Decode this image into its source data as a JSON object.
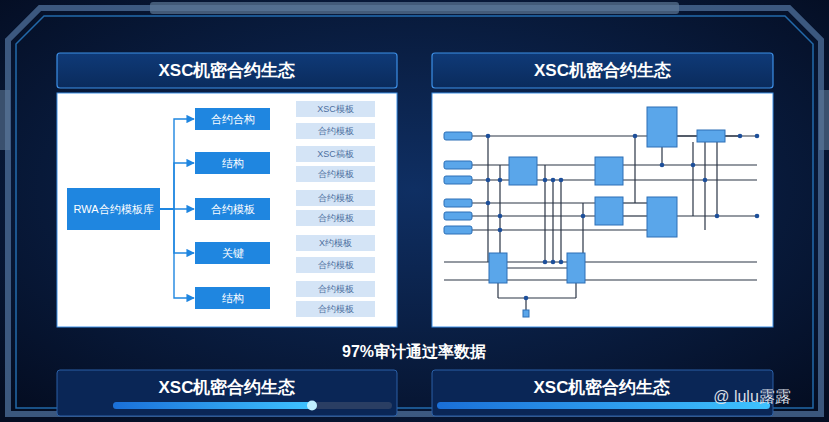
{
  "diagram": {
    "nodes": [
      {
        "text": [
          "XSC机密合约生态"
        ]
      },
      {
        "text": [
          "RWA合约模板库"
        ],
        "in": 0
      },
      {
        "text": [
          "合约合构"
        ],
        "in": 0
      },
      {
        "text": [
          "结构"
        ],
        "in": 0
      },
      {
        "text": [
          "合约模板"
        ],
        "in": 0
      },
      {
        "text": [
          "关键"
        ],
        "in": 0
      },
      {
        "text": [
          "结构"
        ],
        "in": 0
      },
      {
        "text": [
          "XSC模板"
        ],
        "in": 0
      },
      {
        "text": [
          "合约模板"
        ],
        "in": 0
      },
      {
        "text": [
          "XSC稿板"
        ],
        "in": 0
      },
      {
        "text": [
          "合约模板"
        ],
        "in": 0
      },
      {
        "text": [
          "合约模板"
        ],
        "in": 0
      },
      {
        "text": [
          "合约模板"
        ],
        "in": 0
      },
      {
        "text": [
          "X约模板"
        ],
        "in": 0
      },
      {
        "text": [
          "合约模板"
        ],
        "in": 0
      },
      {
        "text": [
          "合约模板"
        ],
        "in": 0
      },
      {
        "text": [
          "合约模板"
        ],
        "in": 0
      },
      {
        "text": [
          "XSC机密合约生态"
        ]
      },
      {
        "text": [
          "XSC机密合约生态"
        ]
      },
      {
        "text": [
          "XSC机密合约生态"
        ]
      }
    ],
    "edges": [
      {
        "from": 1,
        "to": 2,
        "arrow": "to"
      },
      {
        "from": 1,
        "to": 3,
        "arrow": "to"
      },
      {
        "from": 1,
        "to": 4,
        "arrow": "to"
      },
      {
        "from": 1,
        "to": 5,
        "arrow": "to"
      },
      {
        "from": 1,
        "to": 6,
        "arrow": "to"
      }
    ],
    "labels": [
      "97%审计通过率数据",
      "@ lulu露露"
    ]
  }
}
